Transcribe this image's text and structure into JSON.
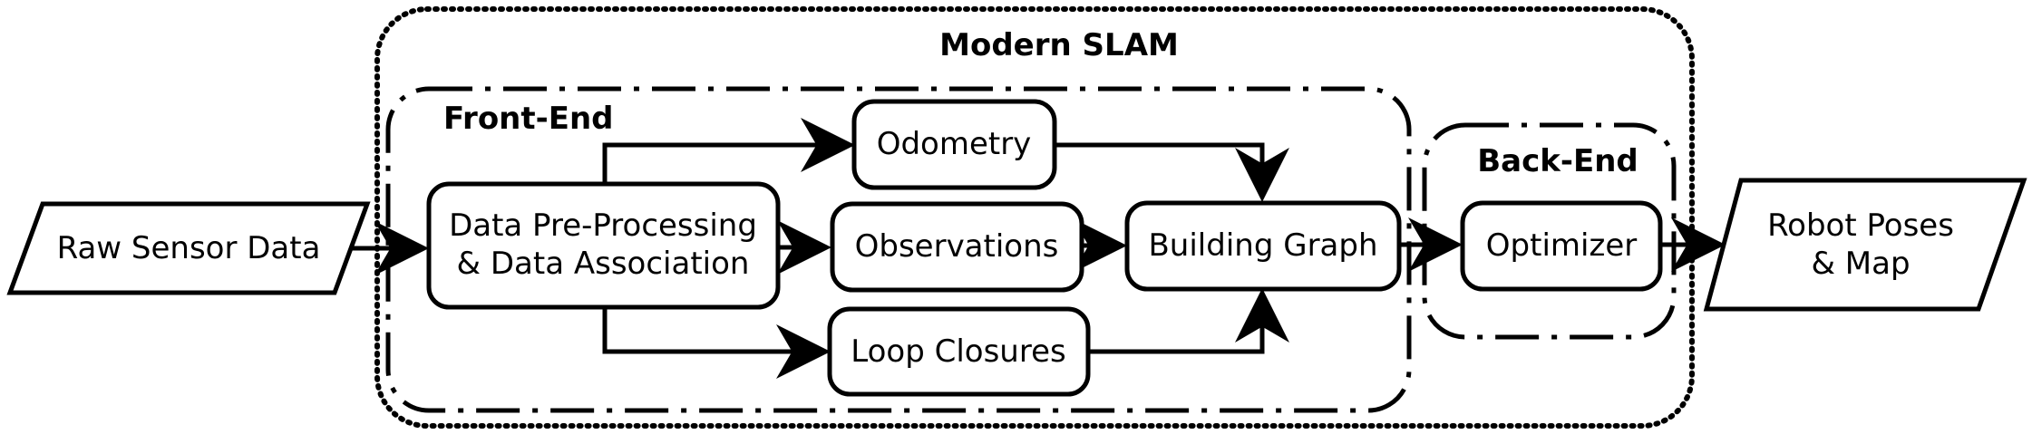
{
  "colors": {
    "outer_title": "#0a0ae6",
    "section_title": "#a32a2a",
    "stroke": "#000000",
    "background": "#ffffff"
  },
  "groups": {
    "modern_slam": {
      "title": "Modern SLAM"
    },
    "front_end": {
      "title": "Front-End"
    },
    "back_end": {
      "title": "Back-End"
    }
  },
  "nodes": {
    "raw_sensor_data": {
      "text": "Raw Sensor Data"
    },
    "preprocessing": {
      "line1": "Data Pre-Processing",
      "line2": "& Data Association"
    },
    "odometry": {
      "text": "Odometry"
    },
    "observations": {
      "text": "Observations"
    },
    "loop_closures": {
      "text": "Loop Closures"
    },
    "building_graph": {
      "text": "Building Graph"
    },
    "optimizer": {
      "text": "Optimizer"
    },
    "robot_poses_map": {
      "line1": "Robot Poses",
      "line2": "& Map"
    }
  }
}
